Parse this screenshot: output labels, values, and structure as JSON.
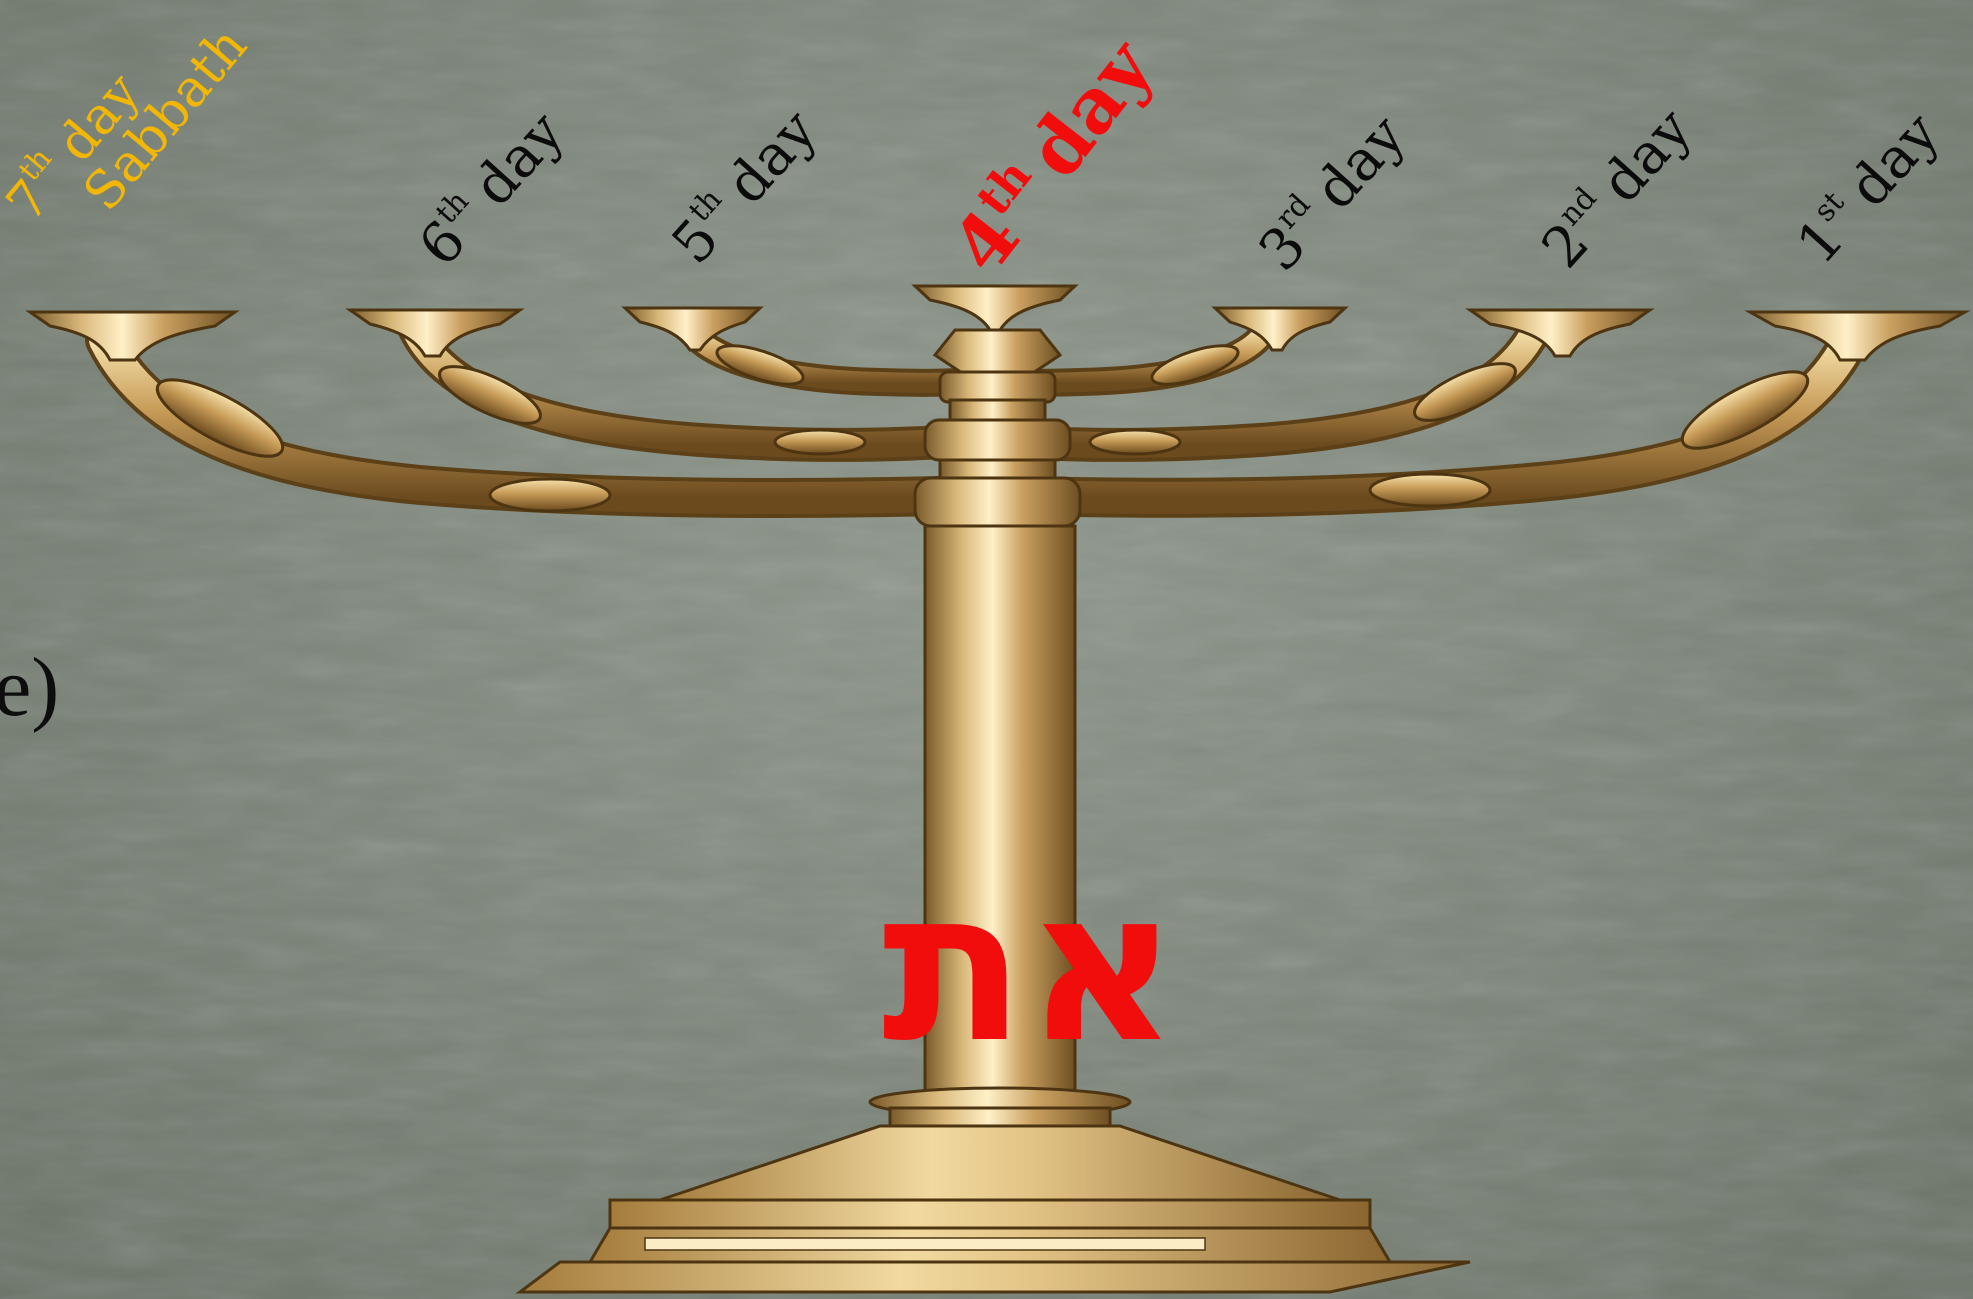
{
  "labels": {
    "day7": {
      "num": "7",
      "sup": "th",
      "word": "day",
      "line2": "Sabbath",
      "color": "#f2b705"
    },
    "day6": {
      "num": "6",
      "sup": "th",
      "word": "day",
      "color": "#0b0b0b"
    },
    "day5": {
      "num": "5",
      "sup": "th",
      "word": "day",
      "color": "#0b0b0b"
    },
    "day4": {
      "num": "4",
      "sup": "th",
      "word": "day",
      "color": "#f20d0d"
    },
    "day3": {
      "num": "3",
      "sup": "rd",
      "word": "day",
      "color": "#0b0b0b"
    },
    "day2": {
      "num": "2",
      "sup": "nd",
      "word": "day",
      "color": "#0b0b0b"
    },
    "day1": {
      "num": "1",
      "sup": "st",
      "word": "day",
      "color": "#0b0b0b"
    }
  },
  "hebrew_text": "את",
  "partial_text": "e)",
  "colors": {
    "gold": "#c9a05a",
    "background": "#7f887d",
    "accent_red": "#f20d0d",
    "sabbath_gold": "#f2b705"
  }
}
